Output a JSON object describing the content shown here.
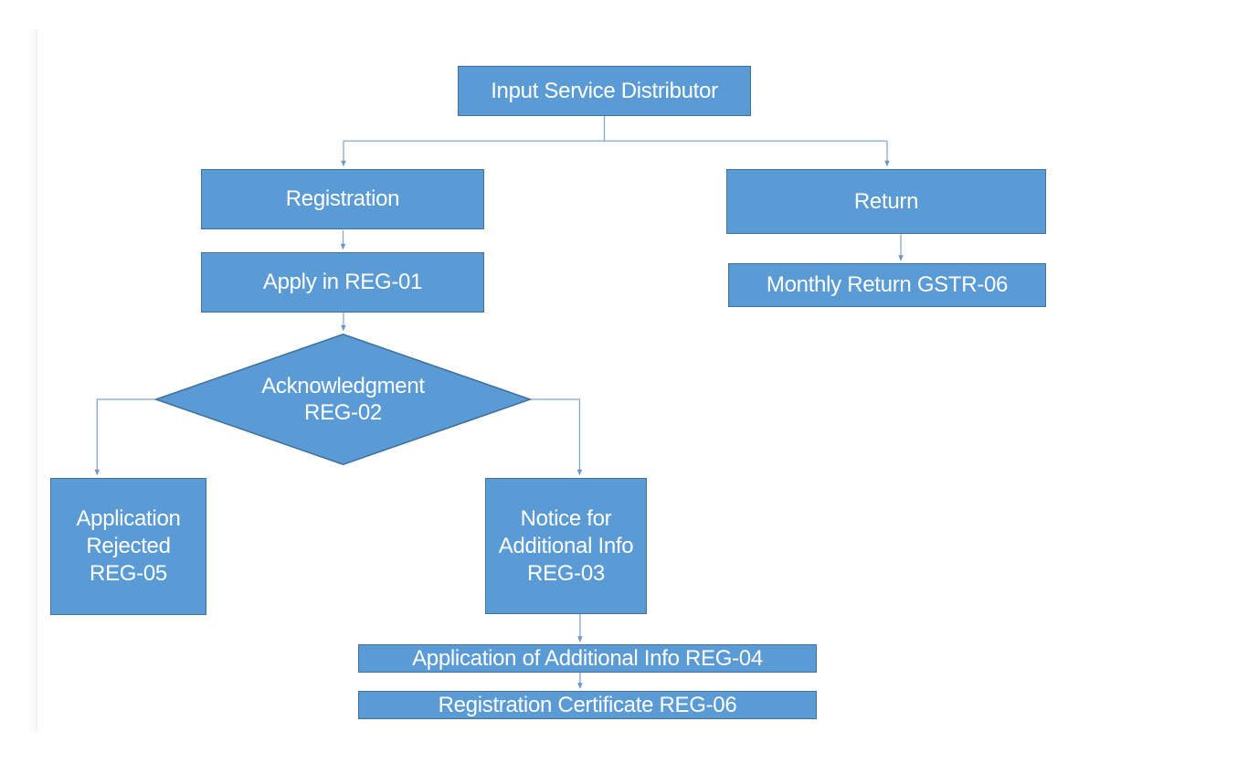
{
  "title": "Input Service Distributor flowchart",
  "theme": {
    "node_fill": "#5b9bd5",
    "node_border": "#41719c",
    "connector_color": "#84a0c6",
    "text_color": "#ffffff",
    "background": "#ffffff"
  },
  "nodes": {
    "isd": {
      "label": "Input Service Distributor"
    },
    "registration": {
      "label": "Registration"
    },
    "apply": {
      "label": "Apply in REG-01"
    },
    "acknowledgment": {
      "lines": [
        "Acknowledgment",
        "REG-02"
      ]
    },
    "rejected": {
      "lines": [
        "Application",
        "Rejected",
        "REG-05"
      ]
    },
    "notice": {
      "lines": [
        "Notice for",
        "Additional Info",
        "REG-03"
      ]
    },
    "reg04": {
      "label": "Application of Additional Info REG-04"
    },
    "reg06": {
      "label": "Registration Certificate REG-06"
    },
    "return": {
      "label": "Return"
    },
    "monthly": {
      "label": "Monthly Return GSTR-06"
    }
  }
}
